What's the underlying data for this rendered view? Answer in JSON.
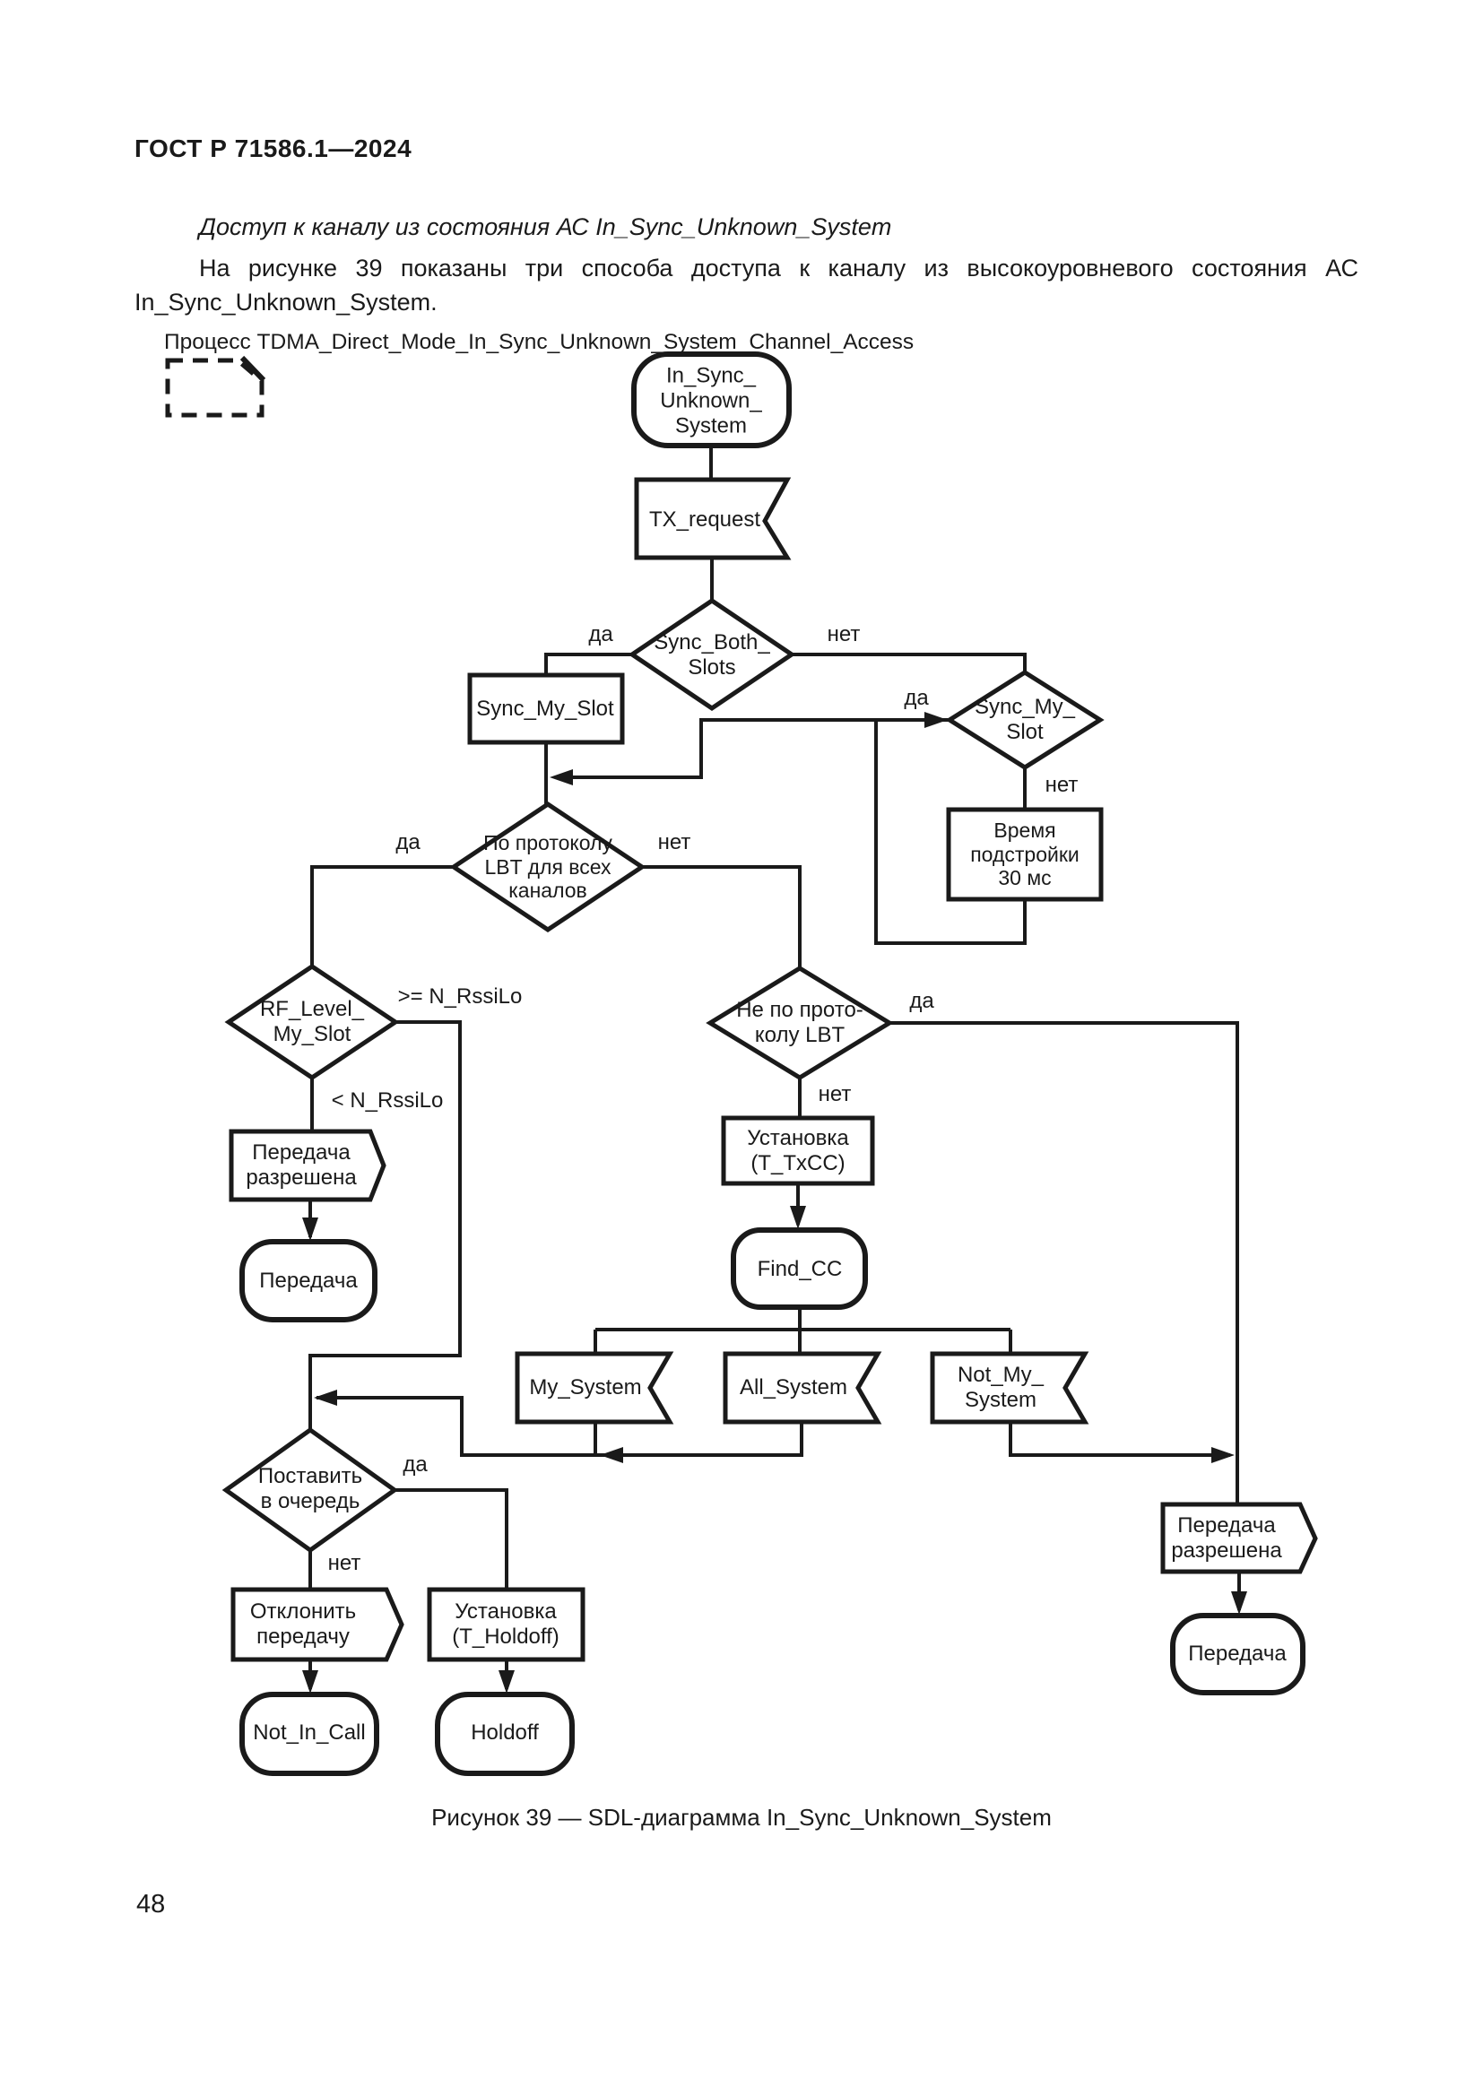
{
  "page": {
    "header": "ГОСТ Р 71586.1—2024",
    "page_number": "48"
  },
  "intro": {
    "subheading": "Доступ к каналу из состояния АС In_Sync_Unknown_System",
    "paragraph": "На рисунке 39 показаны три способа доступа к каналу из высокоуровневого состояния АС In_Sync_Unknown_System."
  },
  "diagram": {
    "process_label": "Процесс TDMA_Direct_Mode_In_Sync_Unknown_System_Channel_Access",
    "caption": "Рисунок 39 — SDL-диаграмма In_Sync_Unknown_System",
    "branch_labels": {
      "yes": "да",
      "no": "нет",
      "ge": ">= N_RssiLo",
      "lt": "< N_RssiLo"
    },
    "nodes": {
      "start_state": "In_Sync_\nUnknown_\nSystem",
      "tx_request": "TX_request",
      "sync_both_slots": "Sync_Both_\nSlots",
      "sync_my_slot_task": "Sync_My_Slot",
      "sync_my_slot_decision": "Sync_My_\nSlot",
      "adjust_time": "Время\nподстройки\n30 мс",
      "lbt_all_channels": "По протоколу\nLBT для всех\nканалов",
      "rf_level_my_slot": "RF_Level_\nMy_Slot",
      "tx_allowed_left": "Передача\nразрешена",
      "tx_state_left": "Передача",
      "not_lbt": "Не по прото-\nколу LBT",
      "set_t_txcc": "Установка\n(T_TxCC)",
      "find_cc": "Find_CC",
      "my_system": "My_System",
      "all_system": "All_System",
      "not_my_system": "Not_My_\nSystem",
      "enqueue": "Поставить\nв очередь",
      "reject_tx": "Отклонить\nпередачу",
      "set_t_holdoff": "Установка\n(T_Holdoff)",
      "not_in_call": "Not_In_Call",
      "holdoff": "Holdoff",
      "tx_allowed_right": "Передача\nразрешена",
      "tx_state_right": "Передача"
    }
  }
}
